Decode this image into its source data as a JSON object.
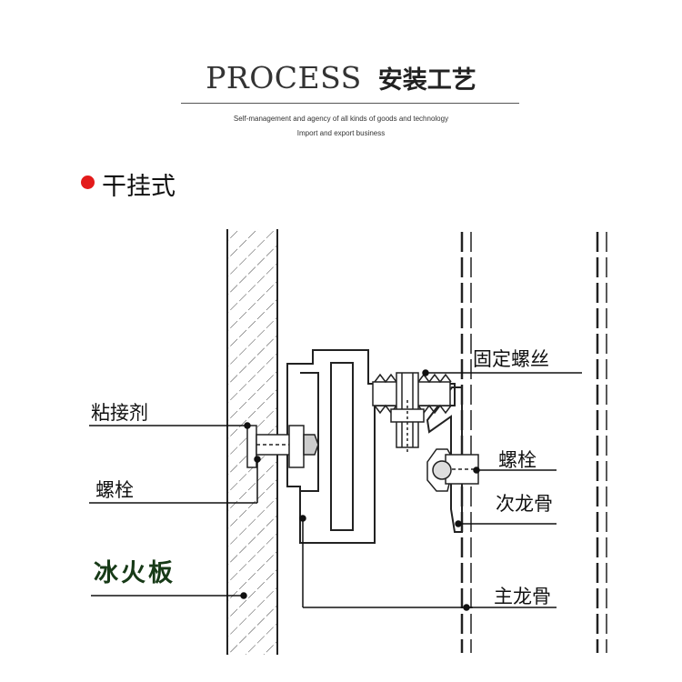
{
  "header": {
    "title_en": "PROCESS",
    "title_cn": "安装工艺",
    "subtitle_line1": "Self-management and agency of all kinds of goods and technology",
    "subtitle_line2": "Import and export business"
  },
  "section": {
    "bullet_color": "#e31b1b",
    "label": "干挂式"
  },
  "diagram": {
    "labels": {
      "adhesive": "粘接剂",
      "bolt_left": "螺栓",
      "panel": "冰火板",
      "fixing_screw": "固定螺丝",
      "bolt_right": "螺栓",
      "secondary_keel": "次龙骨",
      "main_keel": "主龙骨"
    }
  }
}
